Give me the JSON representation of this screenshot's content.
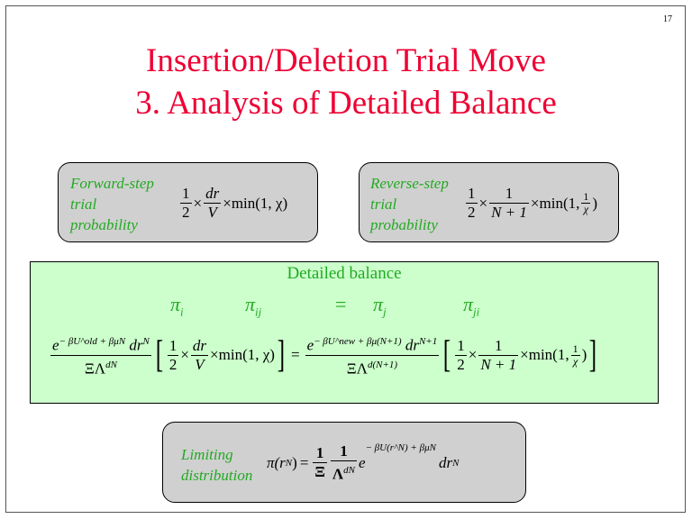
{
  "page_number": "17",
  "title": {
    "line1": "Insertion/Deletion Trial Move",
    "line2": "3.  Analysis of Detailed Balance"
  },
  "forward": {
    "label": [
      "Forward-step",
      "trial",
      "probability"
    ],
    "half": [
      "1",
      "2"
    ],
    "times": "×",
    "dr": [
      "dr",
      "V"
    ],
    "min": "min(1, χ)"
  },
  "reverse": {
    "label": [
      "Reverse-step",
      "trial",
      "probability"
    ],
    "half": [
      "1",
      "2"
    ],
    "times": "×",
    "n1": [
      "1",
      "N + 1"
    ],
    "min_pre": "min(1,",
    "min_frac": [
      "1",
      "χ"
    ],
    "min_post": ")"
  },
  "detailed": {
    "heading": "Detailed balance",
    "pi_i": "π",
    "pi_i_sub": "i",
    "pi_ij": "π",
    "pi_ij_sub": "ij",
    "eq": "=",
    "pi_j": "π",
    "pi_j_sub": "j",
    "pi_ji": "π",
    "pi_ji_sub": "ji",
    "lhs_num": "e",
    "lhs_num_sup": "− βU^old + βμN",
    "lhs_num_dr": "dr",
    "lhs_num_drsup": "N",
    "lhs_den": "ΞΛ",
    "lhs_den_sup": "dN",
    "equals": "=",
    "rhs_num": "e",
    "rhs_num_sup": "− βU^new + βμ(N+1)",
    "rhs_num_dr": "dr",
    "rhs_num_drsup": "N+1",
    "rhs_den": "ΞΛ",
    "rhs_den_sup": "d(N+1)"
  },
  "limiting": {
    "label": [
      "Limiting",
      "distribution"
    ],
    "lhs": "π(r",
    "lhs_sup": "N",
    "lhs_close": ")",
    "eq": "=",
    "f1": [
      "1",
      "Ξ"
    ],
    "f2": [
      "1",
      "Λ"
    ],
    "f2_sup": "dN",
    "exp": "e",
    "exp_sup": "− βU(r^N) + βμN",
    "dr": "dr",
    "dr_sup": "N"
  }
}
